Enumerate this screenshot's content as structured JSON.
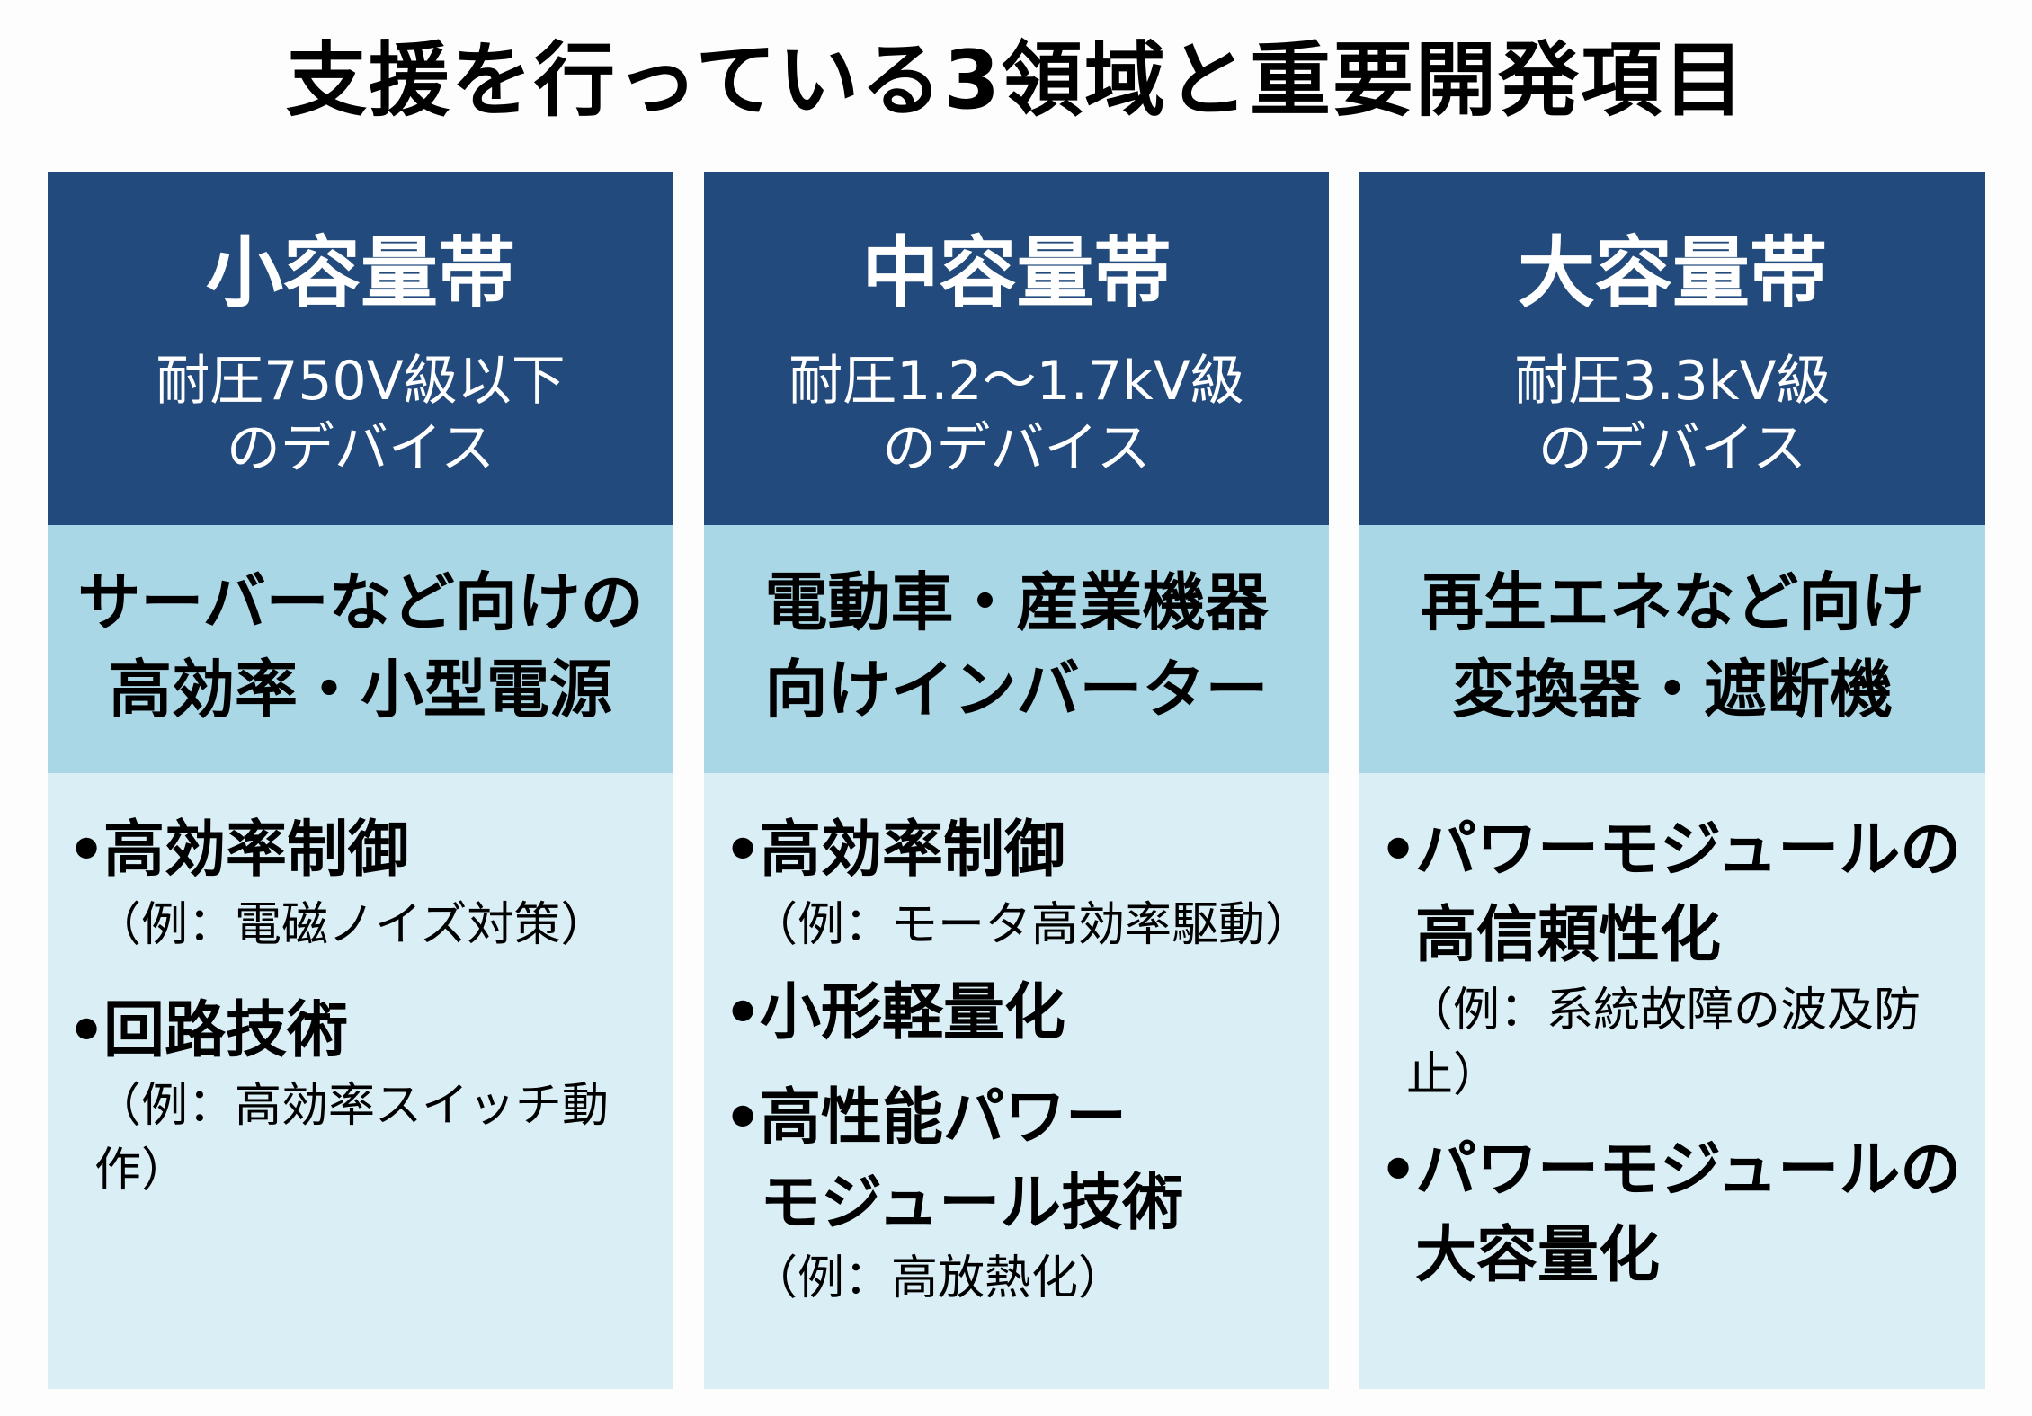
{
  "title": "支援を行っている3領域と重要開発項目",
  "colors": {
    "header_bg": "#224a7c",
    "band_bg": "#a9d7e6",
    "body_bg": "#daeef5",
    "header_text": "#ffffff",
    "text": "#000000"
  },
  "columns": [
    {
      "header": {
        "title": "小容量帯",
        "sub_lines": [
          "耐圧750V級以下",
          "のデバイス"
        ]
      },
      "band": {
        "lines": [
          "サーバーなど向けの",
          "高効率・小型電源"
        ]
      },
      "items": [
        {
          "bullet": "•",
          "main_lines": [
            "高効率制御"
          ],
          "sub_lines": [
            "（例：電磁ノイズ対策）"
          ]
        },
        {
          "bullet": "•",
          "main_lines": [
            "回路技術"
          ],
          "sub_lines": [
            "（例：高効率スイッチ動",
            "作）"
          ]
        }
      ]
    },
    {
      "header": {
        "title": "中容量帯",
        "sub_lines": [
          "耐圧1.2～1.7kV級",
          "のデバイス"
        ]
      },
      "band": {
        "lines": [
          "電動車・産業機器",
          "向けインバーター"
        ]
      },
      "items": [
        {
          "bullet": "•",
          "main_lines": [
            "高効率制御"
          ],
          "sub_lines": [
            "（例：モータ高効率駆動）"
          ]
        },
        {
          "bullet": "•",
          "main_lines": [
            "小形軽量化"
          ],
          "sub_lines": []
        },
        {
          "bullet": "•",
          "main_lines": [
            "高性能パワー",
            "モジュール技術"
          ],
          "sub_lines": [
            "（例：高放熱化）"
          ]
        }
      ]
    },
    {
      "header": {
        "title": "大容量帯",
        "sub_lines": [
          "耐圧3.3kV級",
          "のデバイス"
        ]
      },
      "band": {
        "lines": [
          "再生エネなど向け",
          "変換器・遮断機"
        ]
      },
      "items": [
        {
          "bullet": "•",
          "main_lines": [
            "パワーモジュールの",
            "高信頼性化"
          ],
          "sub_lines": [
            "（例：系統故障の波及防",
            "止）"
          ]
        },
        {
          "bullet": "•",
          "main_lines": [
            "パワーモジュールの",
            "大容量化"
          ],
          "sub_lines": []
        }
      ]
    }
  ]
}
